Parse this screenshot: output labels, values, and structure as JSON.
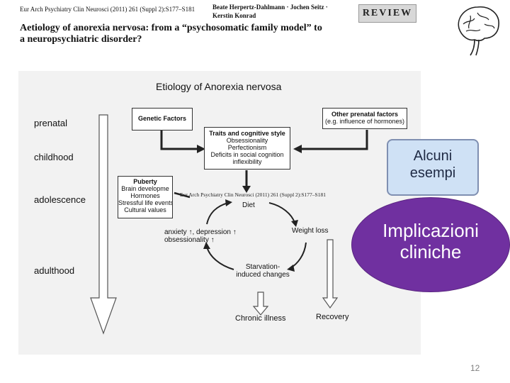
{
  "header": {
    "journal_ref": "Eur Arch Psychiatry Clin Neurosci (2011) 261 (Suppl 2):S177–S181",
    "authors_line1": "Beate Herpertz-Dahlmann · Jochen Seitz ·",
    "authors_line2": "Kerstin Konrad",
    "section_label": "REVIEW",
    "article_title": "Aetiology of anorexia nervosa: from a “psychosomatic family model” to a neuropsychiatric disorder?"
  },
  "figure": {
    "title": "Etiology of Anorexia nervosa",
    "stages": [
      "prenatal",
      "childhood",
      "adolescence",
      "adulthood"
    ],
    "genetic_factors": "Genetic Factors",
    "other_prenatal_title": "Other prenatal factors",
    "other_prenatal_sub": "(e.g. influence of hormones)",
    "traits_title": "Traits and cognitive style",
    "traits_items": [
      "Obsessionality",
      "Perfectionism",
      "Deficits in social cognition",
      "inflexibility"
    ],
    "puberty_title": "Puberty",
    "puberty_items": [
      "Brain developme",
      "Hormones",
      "Stressful life events",
      "Cultural values"
    ],
    "inner_ref": "Eur Arch Psychiatry Clin Neurosci (2011) 261 (Suppl 2):S177–S181",
    "cycle": {
      "diet": "Diet",
      "weight_loss": "Weight loss",
      "starvation_line1": "Starvation-",
      "starvation_line2": "induced changes",
      "anxiety_line1": "anxiety ↑, depression ↑",
      "anxiety_line2": "obsessionality ↑"
    },
    "chronic_illness": "Chronic illness",
    "recovery": "Recovery"
  },
  "overlays": {
    "alcuni_line1": "Alcuni",
    "alcuni_line2": "esempi",
    "impl_line1": "Implicazioni",
    "impl_line2": "cliniche"
  },
  "page_number": "12",
  "colors": {
    "implicazioni_fill": "#7030a0",
    "alcuni_fill": "#cfe1f5",
    "alcuni_border": "#7f8fb1"
  }
}
